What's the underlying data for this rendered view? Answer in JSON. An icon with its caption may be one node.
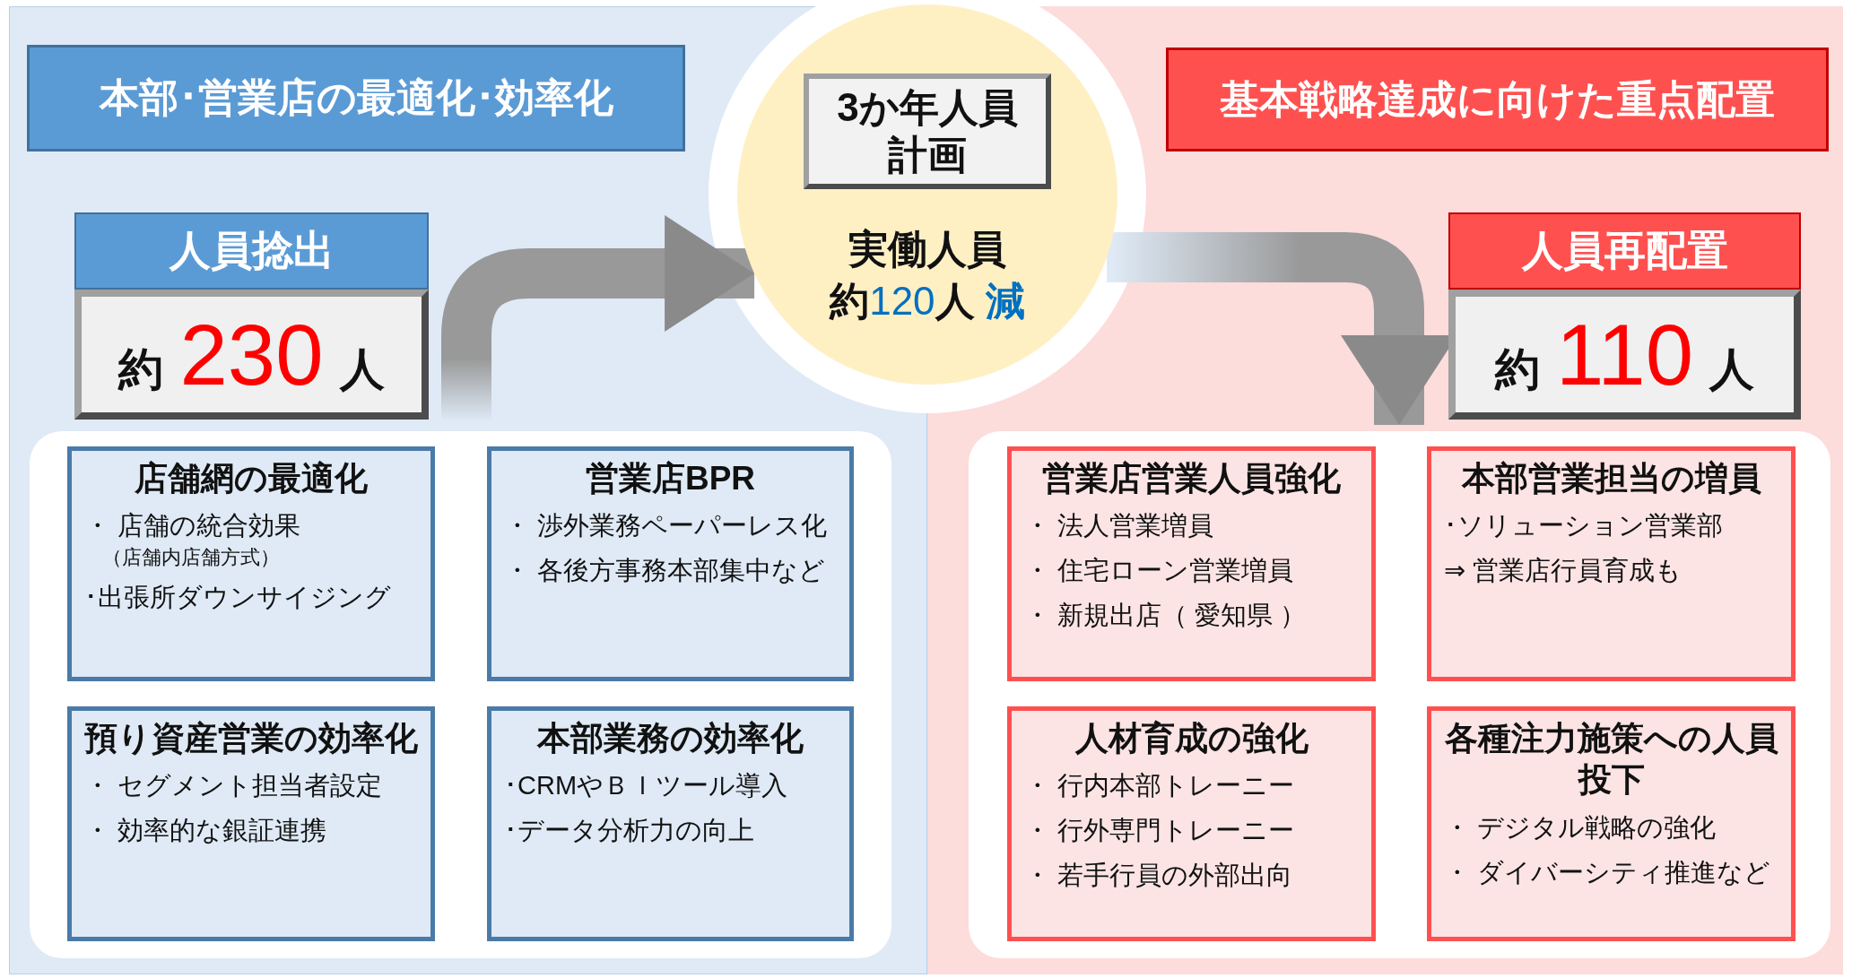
{
  "diagram": {
    "nodes": [
      {
        "text": [
          "本部･営業店の最適化･効率化"
        ]
      },
      {
        "text": [
          "人員捻出"
        ]
      },
      {
        "text": [
          "約 230 人"
        ]
      },
      {
        "text": [
          "実働人員",
          "約120人 減"
        ]
      },
      {
        "text": [
          "3か年人員計画"
        ],
        "in": 3
      },
      {
        "text": [
          "基本戦略達成に向けた重点配置"
        ]
      },
      {
        "text": [
          "人員再配置"
        ]
      },
      {
        "text": [
          "約 110 人"
        ]
      },
      {
        "text": [
          "店舗網の最適化",
          "・ 店舗の統合効果",
          "（店舗内店舗方式）",
          "･出張所ダウンサイジング"
        ]
      },
      {
        "text": [
          "営業店BPR",
          "・ 渉外業務ペーパーレス化",
          "・ 各後方事務本部集中など"
        ]
      },
      {
        "text": [
          "営業店営業人員強化",
          "・ 法人営業増員",
          "・ 住宅ローン営業増員",
          "・ 新規出店（ 愛知県 ）"
        ]
      },
      {
        "text": [
          "本部営業担当の増員",
          "･ソリューション営業部",
          "⇒ 営業店行員育成も"
        ]
      },
      {
        "text": [
          "預り資産営業の効率化",
          "・ セグメント担当者設定",
          "・ 効率的な銀証連携"
        ]
      },
      {
        "text": [
          "本部業務の効率化",
          "･CRMやＢＩツール導入",
          "･データ分析力の向上"
        ]
      },
      {
        "text": [
          "人材育成の強化",
          "・ 行内本部トレーニー",
          "・ 行外専門トレーニー",
          "・ 若手行員の外部出向"
        ]
      },
      {
        "text": [
          "各種注力施策への人員投下",
          "・ デジタル戦略の強化",
          "・ ダイバーシティ推進など"
        ]
      }
    ],
    "edges": [
      {
        "from": null,
        "to": 3,
        "arrow": "to"
      },
      {
        "from": 3,
        "to": 7,
        "arrow": "to"
      }
    ]
  }
}
